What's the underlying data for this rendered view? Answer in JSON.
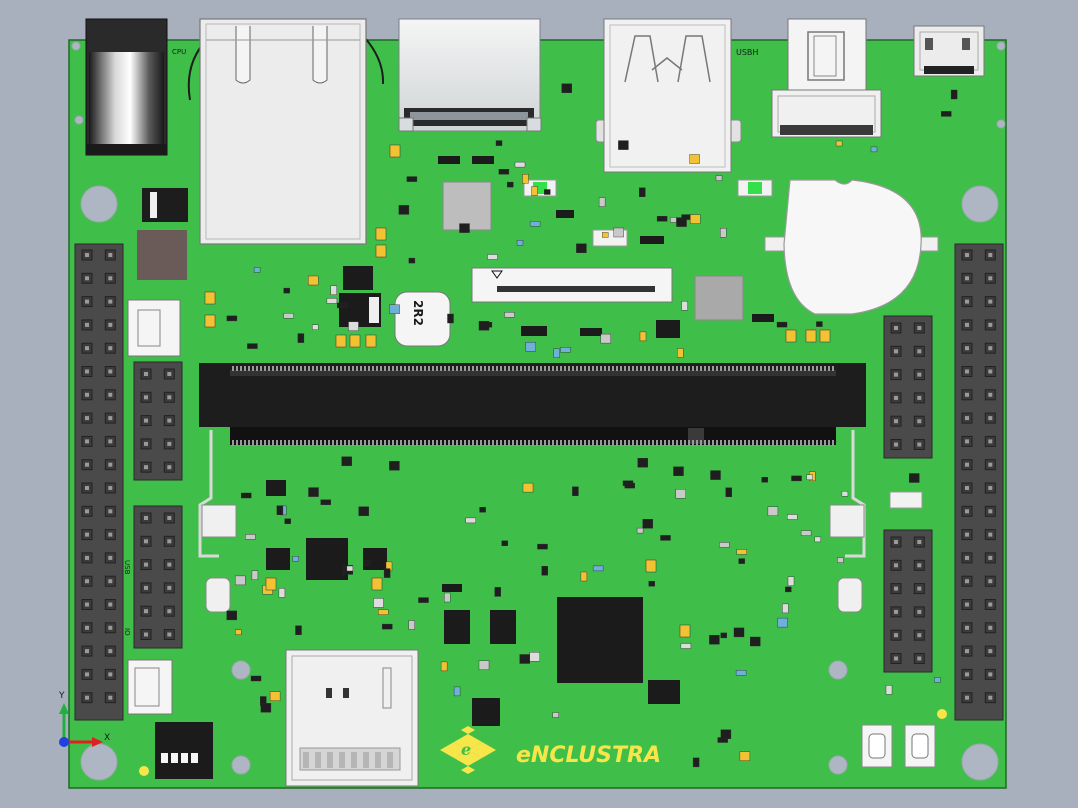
{
  "board": {
    "brand_name": "eNCLUSTRA",
    "label_usbh": "USBH",
    "label_cpu": "CPU",
    "label_inductor": "2R2",
    "label_usb_top": "USB",
    "label_io": "IO"
  },
  "axis_triad": {
    "x_label": "X",
    "y_label": "Y"
  },
  "colors": {
    "background": "#a7b0bc",
    "pcb": "#3fbf4a",
    "pcb_edge": "#2e8f36",
    "connector_dark": "#1d1d1d",
    "header_body": "#4a4a4a",
    "metal": "#e6e6e6",
    "smd_yellow": "#f2c233",
    "axis_x": "#e02020",
    "axis_y": "#20b040",
    "axis_z": "#2040e0"
  }
}
